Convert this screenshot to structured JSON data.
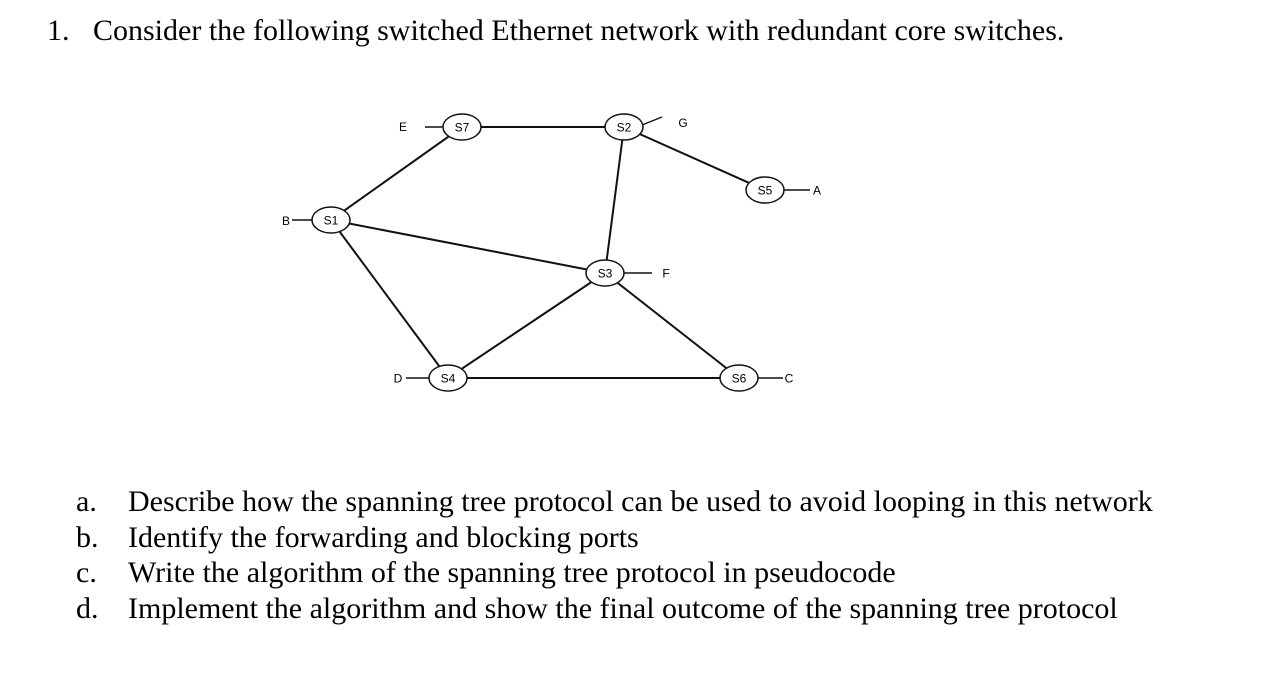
{
  "question": {
    "number": "1.",
    "text": "Consider the following switched Ethernet network with redundant core switches."
  },
  "diagram": {
    "switches": {
      "s1": "S1",
      "s2": "S2",
      "s3": "S3",
      "s4": "S4",
      "s5": "S5",
      "s6": "S6",
      "s7": "S7"
    },
    "hosts": {
      "a": "A",
      "b": "B",
      "c": "C",
      "d": "D",
      "e": "E",
      "f": "F",
      "g": "G"
    },
    "links": [
      [
        "S1",
        "S7"
      ],
      [
        "S7",
        "S2"
      ],
      [
        "S2",
        "S3"
      ],
      [
        "S2",
        "S5"
      ],
      [
        "S1",
        "S3"
      ],
      [
        "S1",
        "S4"
      ],
      [
        "S4",
        "S3"
      ],
      [
        "S3",
        "S6"
      ],
      [
        "S4",
        "S6"
      ]
    ],
    "host_links": [
      [
        "B",
        "S1"
      ],
      [
        "E",
        "S7"
      ],
      [
        "G",
        "S2"
      ],
      [
        "A",
        "S5"
      ],
      [
        "F",
        "S3"
      ],
      [
        "D",
        "S4"
      ],
      [
        "C",
        "S6"
      ]
    ]
  },
  "tasks": [
    {
      "marker": "a.",
      "text": "Describe how the spanning tree protocol can be used to avoid looping in this network"
    },
    {
      "marker": "b.",
      "text": "Identify the forwarding and blocking ports"
    },
    {
      "marker": "c.",
      "text": "Write the algorithm of the spanning tree protocol in pseudocode"
    },
    {
      "marker": "d.",
      "text": "Implement the algorithm and show the final outcome of the spanning tree protocol"
    }
  ]
}
